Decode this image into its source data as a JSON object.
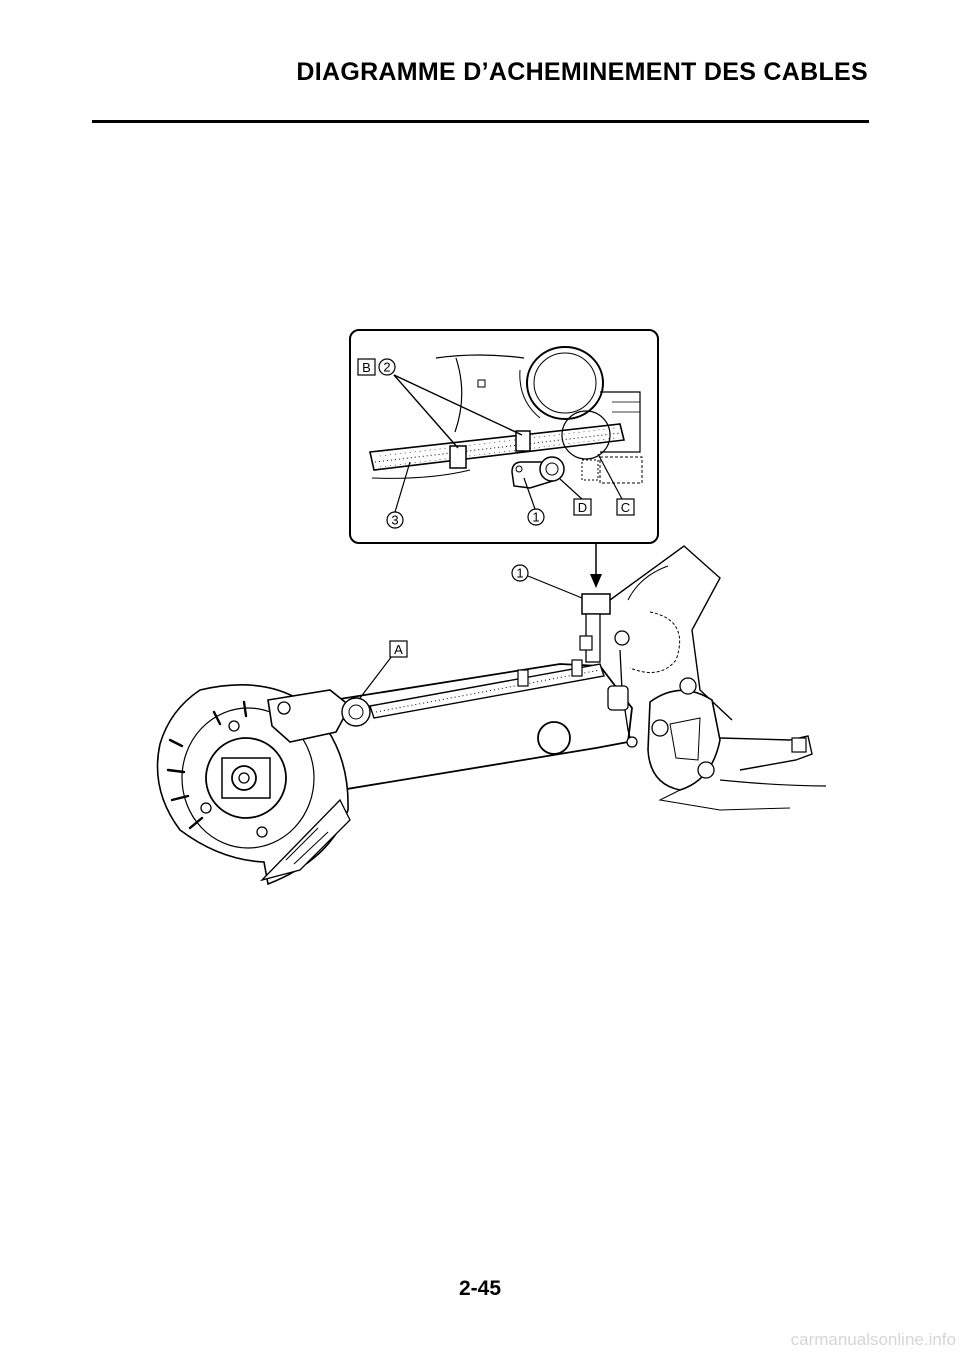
{
  "header": {
    "title": "DIAGRAMME D’ACHEMINEMENT DES CABLES"
  },
  "callouts": {
    "one_main": "1",
    "one_inset": "1",
    "two_inset": "2",
    "three_inset": "3"
  },
  "refs": {
    "A": "A",
    "B": "B",
    "C": "C",
    "D": "D"
  },
  "footer": {
    "page_number": "2-45",
    "watermark": "carmanualsonline.info"
  }
}
